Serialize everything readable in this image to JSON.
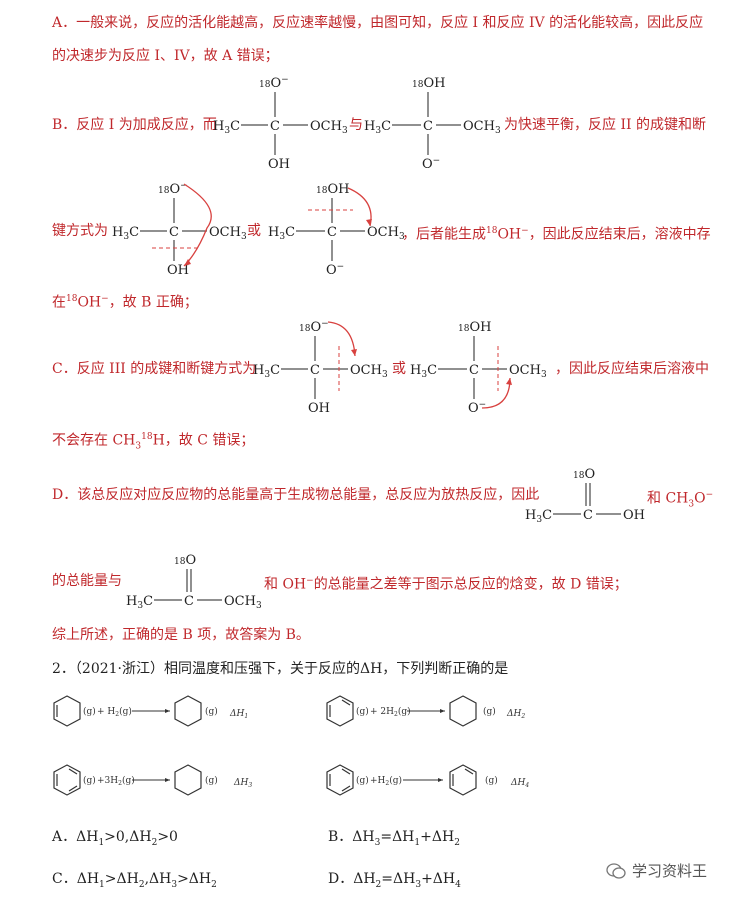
{
  "lines": {
    "a1": "A．一般来说，反应的活化能越高，反应速率越慢，由图可知，反应 I 和反应 IV 的活化能较高，因此反应",
    "a2": "的决速步为反应 I、IV，故 A 错误；",
    "b1_pre": "B．反应 I 为加成反应，而",
    "b1_mid": "与",
    "b1_post": "为快速平衡，反应 II 的成键和断",
    "b2_pre": "键方式为",
    "b2_mid": "或",
    "b2_post": "，后者能生成",
    "b2_ion": "OH",
    "b2_post2": "，因此反应结束后，溶液中存",
    "b3_pre": "在",
    "b3_ion": "OH",
    "b3_post": "，故 B 正确；",
    "c1_pre": "C．反应 III 的成键和断键方式为",
    "c1_mid": "或",
    "c1_post": "，因此反应结束后溶液中",
    "c2": "不会存在 CH",
    "c2b": "H，故 C 错误；",
    "d1": "D．该总反应对应反应物的总能量高于生成物总能量，总反应为放热反应，因此",
    "d1_post": "和 CH",
    "d1_post2": "O",
    "d2_pre": "的总能量与",
    "d2_post": "和 OH",
    "d2_post2": "的总能量之差等于图示总反应的焓变，故 D 错误；",
    "summary": "综上所述，正确的是 B 项，故答案为 B。",
    "q2": "2．（2021·浙江）相同温度和压强下，关于反应的ΔH，下列判断正确的是"
  },
  "labels": {
    "o18": "18",
    "o": "O",
    "ominus": "O",
    "oh": "OH",
    "och3": "OCH",
    "h3c": "H",
    "c": "C",
    "three": "3",
    "minus": "−",
    "g": "(g)",
    "h2": "+ H",
    "h2b": "+ 2H",
    "h2c": "+3H",
    "h2d": "+H",
    "dh1": "ΔH",
    "n1": "1",
    "n2": "2",
    "n3": "3",
    "n4": "4"
  },
  "options": {
    "A": "A．ΔH",
    "A_a": ">0,ΔH",
    "A_b": ">0",
    "B": "B．ΔH",
    "B_a": "=ΔH",
    "B_b": "+ΔH",
    "C": "C．ΔH",
    "C_a": ">ΔH",
    "C_b": ",ΔH",
    "C_c": ">ΔH",
    "D": "D．ΔH",
    "D_a": "=ΔH",
    "D_b": "+ΔH"
  },
  "watermark": "学习资料王",
  "colors": {
    "red": "#c0282c",
    "text": "#222222",
    "arrow": "#d8413f"
  }
}
